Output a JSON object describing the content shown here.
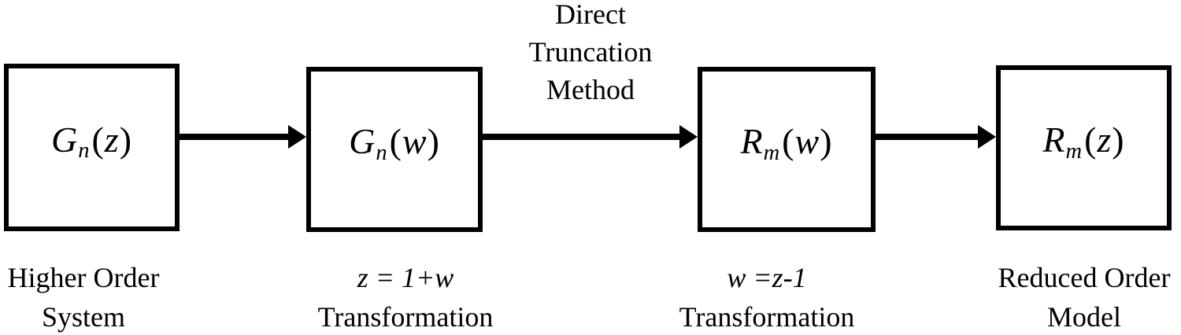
{
  "colors": {
    "background": "#ffffff",
    "stroke": "#000000",
    "text": "#000000"
  },
  "process_label": {
    "line1": "Direct",
    "line2": "Truncation",
    "line3": "Method"
  },
  "nodes": [
    {
      "base": "G",
      "sub": "n",
      "lparen": "(",
      "var": "z",
      "rparen": ")",
      "caption_line1": "Higher Order",
      "caption_line2": "System"
    },
    {
      "base": "G",
      "sub": "n",
      "lparen": "(",
      "var": "w",
      "rparen": ")",
      "caption_line1": "z = 1+w",
      "caption_line2": "Transformation"
    },
    {
      "base": "R",
      "sub": "m",
      "lparen": "(",
      "var": "w",
      "rparen": ")",
      "caption_line1": "w =z-1",
      "caption_line2": "Transformation"
    },
    {
      "base": "R",
      "sub": "m",
      "lparen": "(",
      "var": "z",
      "rparen": ")",
      "caption_line1": "Reduced Order",
      "caption_line2": "Model"
    }
  ]
}
